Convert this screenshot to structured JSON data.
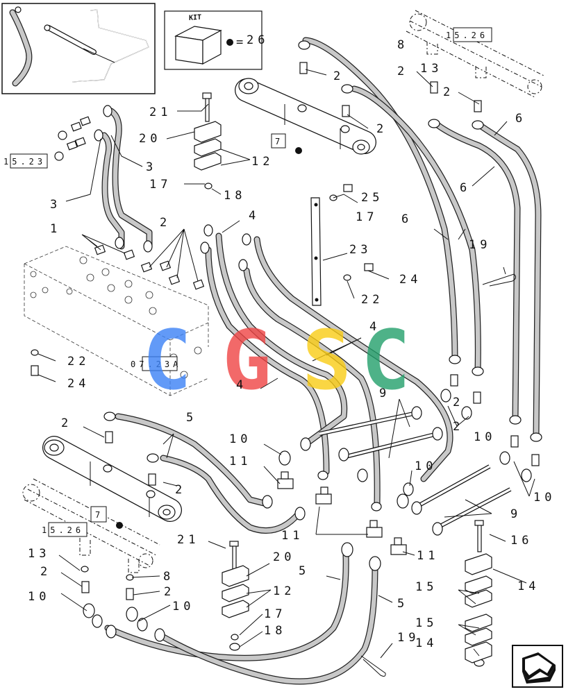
{
  "kit": {
    "label": "KIT",
    "equals": "=",
    "quantity": "26"
  },
  "reference_boxes": [
    "15.26",
    "15.23",
    "15.26",
    "07.23A",
    "7",
    "7"
  ],
  "callouts": [
    "1",
    "2",
    "2",
    "2",
    "2",
    "2",
    "2",
    "2",
    "2",
    "2",
    "2",
    "2",
    "3",
    "3",
    "4",
    "4",
    "4",
    "5",
    "5",
    "5",
    "5",
    "6",
    "6",
    "6",
    "8",
    "8",
    "9",
    "9",
    "10",
    "10",
    "10",
    "10",
    "10",
    "10",
    "11",
    "11",
    "11",
    "12",
    "12",
    "13",
    "13",
    "14",
    "14",
    "15",
    "15",
    "16",
    "17",
    "17",
    "17",
    "18",
    "18",
    "19",
    "19",
    "20",
    "20",
    "21",
    "21",
    "22",
    "22",
    "23",
    "24",
    "24",
    "25"
  ],
  "watermark": {
    "letters": [
      "C",
      "G",
      "S",
      "C"
    ],
    "colors": [
      "#3b82f6",
      "#ef4444",
      "#facc15",
      "#22a06b"
    ]
  },
  "navigation": {
    "icon": "next-page-arrow-icon"
  }
}
